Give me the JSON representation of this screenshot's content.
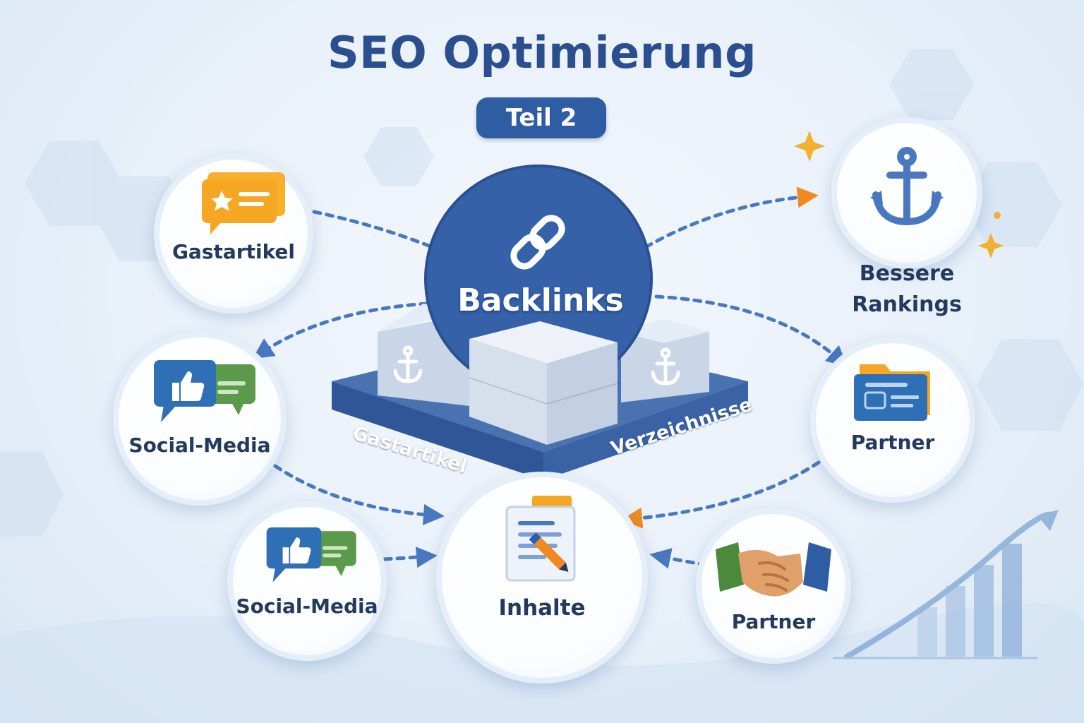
{
  "title": "SEO Optimierung",
  "subtitle": "Teil 2",
  "hub": {
    "label": "Backlinks",
    "icon": "chain-link-icon"
  },
  "platform": {
    "left_label": "Gastartikel",
    "right_label": "Verzeichnisse",
    "icon": "anchor-icon"
  },
  "nodes": {
    "gastartikel": {
      "label": "Gastartikel",
      "icon": "star-message-icon"
    },
    "social_media_1": {
      "label": "Social-Media",
      "icon": "social-like-chat-icon"
    },
    "social_media_2": {
      "label": "Social-Media",
      "icon": "social-like-chat-icon"
    },
    "inhalte": {
      "label": "Inhalte",
      "icon": "document-edit-icon"
    },
    "partner_folder": {
      "label": "Partner",
      "icon": "folder-card-icon"
    },
    "partner_handshake": {
      "label": "Partner",
      "icon": "handshake-icon"
    },
    "rankings": {
      "label_line1": "Bessere",
      "label_line2": "Rankings",
      "icon": "anchor-icon"
    }
  },
  "colors": {
    "primary_blue": "#2f5da3",
    "title_blue": "#2b4f8e",
    "accent_orange": "#f0a030",
    "chat_green": "#5b9a4a"
  }
}
